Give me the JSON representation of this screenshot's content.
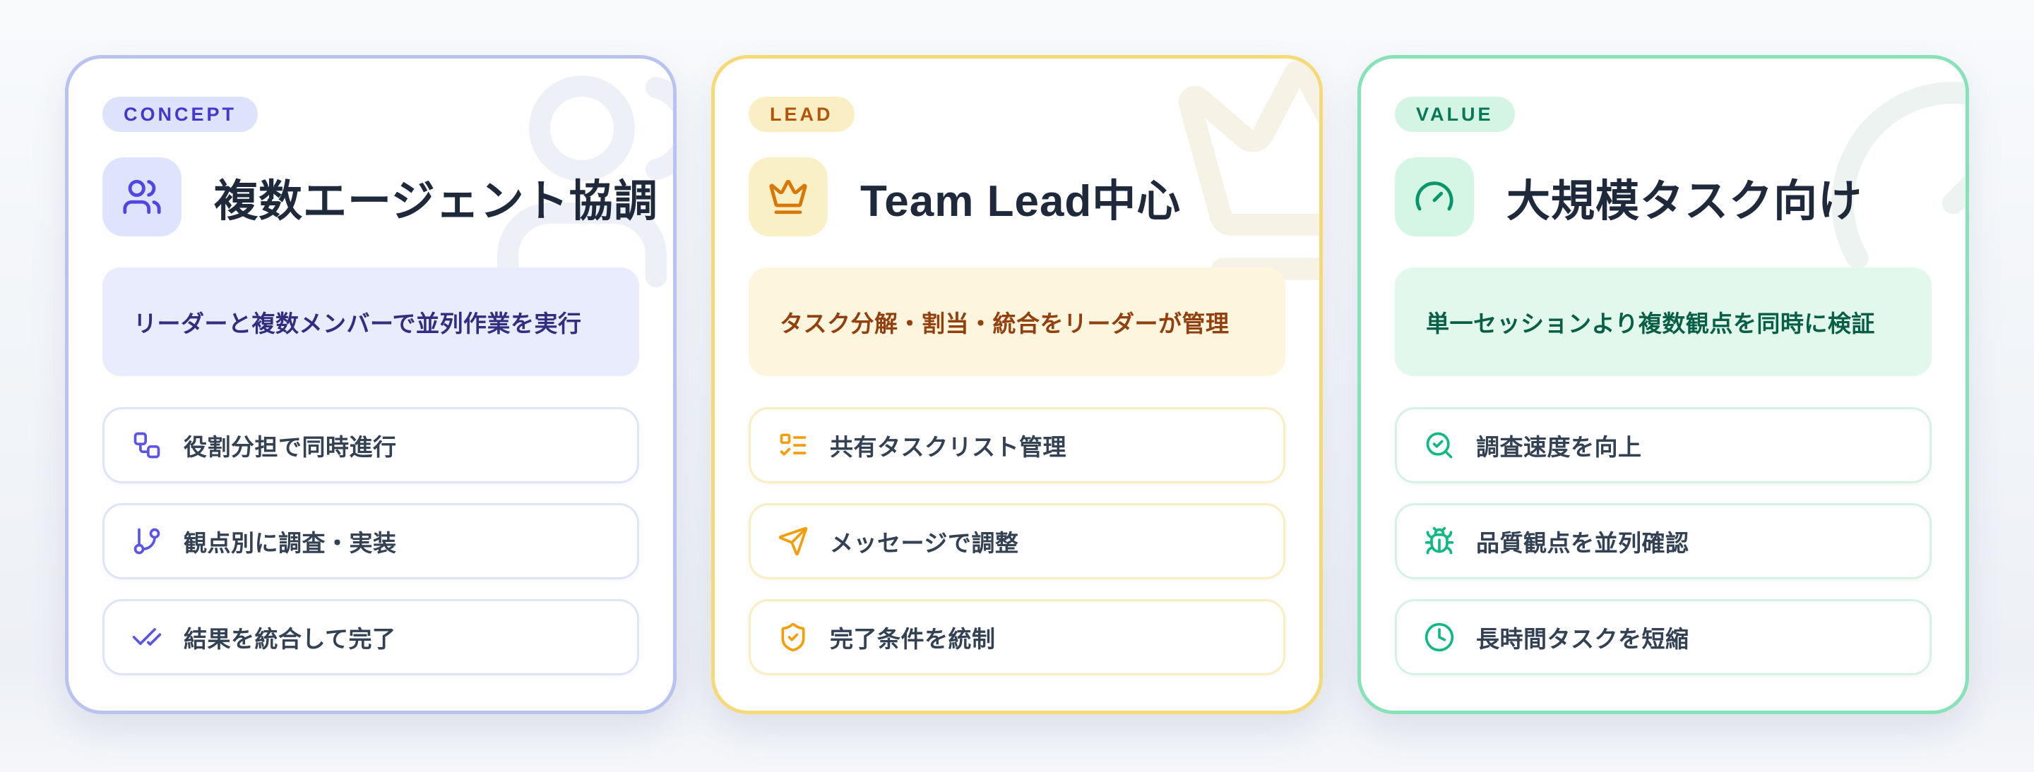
{
  "page": {
    "background": "#f1f4f8"
  },
  "cards": [
    {
      "id": "concept",
      "badge": "CONCEPT",
      "header_icon": "users-icon",
      "watermark_icon": "users-icon",
      "title": "複数エージェント協調",
      "highlight": "リーダーと複数メンバーで並列作業を実行",
      "items": [
        {
          "icon": "workflow-icon",
          "label": "役割分担で同時進行"
        },
        {
          "icon": "git-branch-icon",
          "label": "観点別に調査・実装"
        },
        {
          "icon": "check-check-icon",
          "label": "結果を統合して完了"
        }
      ],
      "colors": {
        "border": "#b9c3f0",
        "wm": "#eef0f8",
        "badge_bg": "#dce3fa",
        "badge_text": "#4338ca",
        "tile_bg": "#dee4fb",
        "accent": "#4f46e5",
        "hl_bg": "#e8ecfc",
        "hl_text": "#312e81",
        "item_border": "#dfe5f9",
        "item_icon": "#5b54e6"
      }
    },
    {
      "id": "lead",
      "badge": "LEAD",
      "header_icon": "crown-icon",
      "watermark_icon": "crown-icon",
      "title": "Team Lead中心",
      "highlight": "タスク分解・割当・統合をリーダーが管理",
      "items": [
        {
          "icon": "list-todo-icon",
          "label": "共有タスクリスト管理"
        },
        {
          "icon": "send-icon",
          "label": "メッセージで調整"
        },
        {
          "icon": "shield-check-icon",
          "label": "完了条件を統制"
        }
      ],
      "colors": {
        "border": "#f7da78",
        "wm": "#f6f2e6",
        "badge_bg": "#faefc4",
        "badge_text": "#b45309",
        "tile_bg": "#faf0c6",
        "accent": "#d97706",
        "hl_bg": "#fdf5dd",
        "hl_text": "#92400e",
        "item_border": "#f9edc2",
        "item_icon": "#f59e0b"
      }
    },
    {
      "id": "value",
      "badge": "VALUE",
      "header_icon": "gauge-icon",
      "watermark_icon": "gauge-icon",
      "title": "大規模タスク向け",
      "highlight": "単一セッションより複数観点を同時に検証",
      "items": [
        {
          "icon": "search-check-icon",
          "label": "調査速度を向上"
        },
        {
          "icon": "bug-icon",
          "label": "品質観点を並列確認"
        },
        {
          "icon": "clock-icon",
          "label": "長時間タスクを短縮"
        }
      ],
      "colors": {
        "border": "#87e3b7",
        "wm": "#edf3f0",
        "badge_bg": "#d5f5e4",
        "badge_text": "#047857",
        "tile_bg": "#d5f6e4",
        "accent": "#059669",
        "hl_bg": "#e2f8ec",
        "hl_text": "#065f46",
        "item_border": "#d5f3e3",
        "item_icon": "#10b981"
      }
    }
  ]
}
